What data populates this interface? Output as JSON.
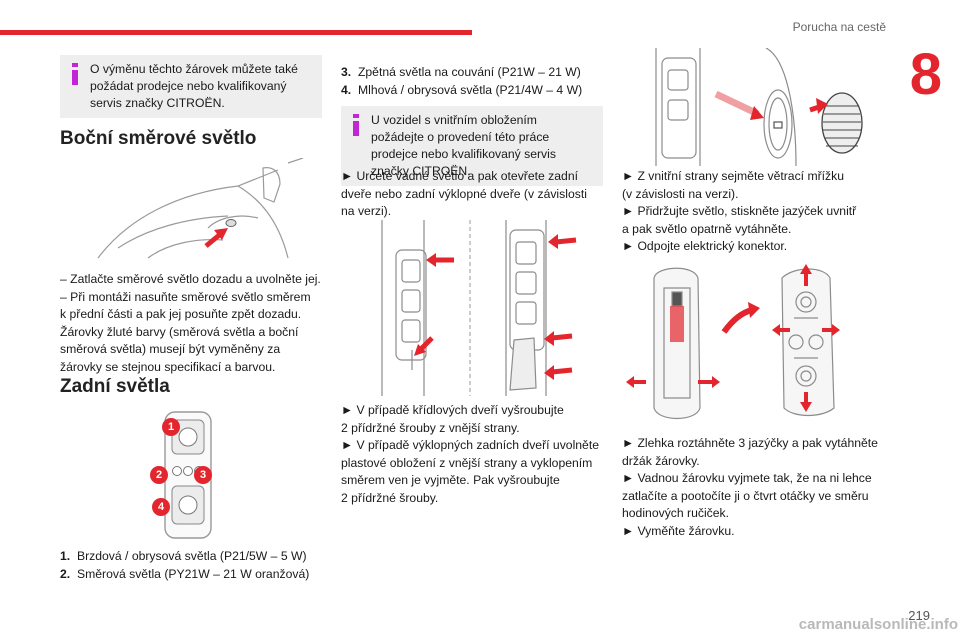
{
  "header": {
    "running_title": "Porucha na cestě",
    "chapter": "8"
  },
  "footer": {
    "page_number": "219",
    "watermark": "carmanualsonline.info"
  },
  "col1": {
    "info": "O výměnu těchto žárovek můžete také požádat prodejce nebo kvalifikovaný servis značky CITROËN.",
    "side_heading": "Boční směrové světlo",
    "side_text": [
      "– Zatlačte směrové světlo dozadu a uvolněte jej.",
      "– Při montáži nasuňte směrové světlo směrem",
      "k přední části a pak jej posuňte zpět dozadu.",
      "Žárovky žluté barvy (směrová světla a boční",
      "směrová světla) musejí být vyměněny za",
      "žárovky se stejnou specifikací a barvou."
    ],
    "rear_heading": "Zadní světla",
    "callouts": [
      "1",
      "2",
      "3",
      "4"
    ],
    "list": [
      {
        "num": "1.",
        "text": "Brzdová / obrysová světla (P21/5W – 5 W)"
      },
      {
        "num": "2.",
        "text": "Směrová světla (PY21W – 21 W oranžová)"
      }
    ]
  },
  "col2": {
    "list": [
      {
        "num": "3.",
        "text": "Zpětná světla na couvání (P21W – 21 W)"
      },
      {
        "num": "4.",
        "text": "Mlhová / obrysová světla (P21/4W – 4 W)"
      }
    ],
    "info": "U vozidel s vnitřním obložením požádejte o provedení této práce prodejce nebo kvalifikovaný servis značky CITROËN.",
    "text1": [
      "► Určete vadné světlo a pak otevřete zadní",
      "dveře nebo zadní výklopné dveře (v závislosti",
      "na verzi)."
    ],
    "text2": [
      "► V případě křídlových dveří vyšroubujte",
      "2 přídržné šrouby z vnější strany.",
      "► V případě výklopných zadních dveří uvolněte",
      "plastové obložení z vnější strany a vyklopením",
      "směrem ven je vyjměte. Pak vyšroubujte",
      "2 přídržné šrouby."
    ]
  },
  "col3": {
    "text1": [
      "► Z vnitřní strany sejměte větrací mřížku",
      "(v závislosti na verzi).",
      "► Přidržujte světlo, stiskněte jazýček uvnitř",
      "a pak světlo opatrně vytáhněte.",
      "► Odpojte elektrický konektor."
    ],
    "text2": [
      "► Zlehka roztáhněte 3 jazýčky a pak vytáhněte",
      "držák žárovky.",
      "► Vadnou žárovku vyjmete tak, že na ni lehce",
      "zatlačíte a pootočíte ji o čtvrt otáčky ve směru",
      "hodinových ručiček.",
      "► Vyměňte žárovku."
    ]
  },
  "colors": {
    "accent": "#e3262d",
    "info_icon": "#c026d3",
    "info_bg": "#eeeeee"
  }
}
